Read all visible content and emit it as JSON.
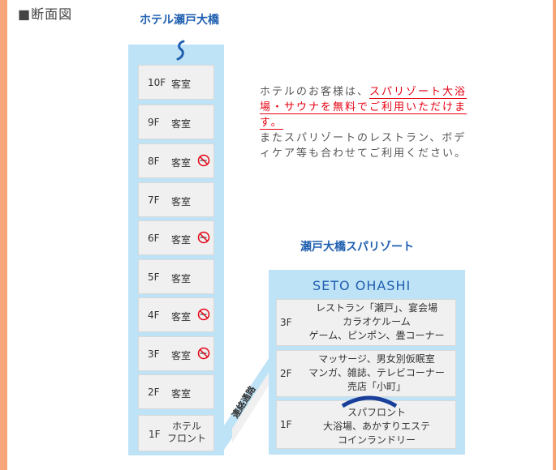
{
  "section_title": "■断面図",
  "hotel": {
    "name": "ホテル瀬戸大橋",
    "floors": [
      {
        "floor": "10F",
        "room": "客室",
        "no_smoking": false
      },
      {
        "floor": "9F",
        "room": "客室",
        "no_smoking": false
      },
      {
        "floor": "8F",
        "room": "客室",
        "no_smoking": true
      },
      {
        "floor": "7F",
        "room": "客室",
        "no_smoking": false
      },
      {
        "floor": "6F",
        "room": "客室",
        "no_smoking": true
      },
      {
        "floor": "5F",
        "room": "客室",
        "no_smoking": false
      },
      {
        "floor": "4F",
        "room": "客室",
        "no_smoking": true
      },
      {
        "floor": "3F",
        "room": "客室",
        "no_smoking": true
      },
      {
        "floor": "2F",
        "room": "客室",
        "no_smoking": false
      },
      {
        "floor": "1F",
        "room_lines": [
          "ホテル",
          "フロント"
        ]
      }
    ]
  },
  "connector": {
    "label": "連絡通路"
  },
  "resort": {
    "name": "瀬戸大橋スパリゾート",
    "logo_text": "SETO OHASHI",
    "floors": [
      {
        "floor": "3F",
        "lines": [
          "レストラン「瀬戸」、宴会場",
          "カラオケルーム",
          "ゲーム、ピンポン、畳コーナー"
        ]
      },
      {
        "floor": "2F",
        "lines": [
          "マッサージ、男女別仮眠室",
          "マンガ、雑誌、テレビコーナー",
          "売店「小町」"
        ]
      },
      {
        "floor": "1F",
        "lines": [
          "スパフロント",
          "大浴場、あかすりエステ",
          "コインランドリー"
        ]
      }
    ]
  },
  "info": {
    "prefix": "ホテルのお客様は、",
    "highlight": "スパリゾート大浴場・サウナを無料でご利用いただけます。",
    "suffix": "またスパリゾートのレストラン、ボディケア等も合わせてご利用ください。"
  },
  "colors": {
    "border": "#f6a67a",
    "building": "#bfe3f6",
    "brand": "#1f5fb0",
    "highlight": "#e60012"
  }
}
